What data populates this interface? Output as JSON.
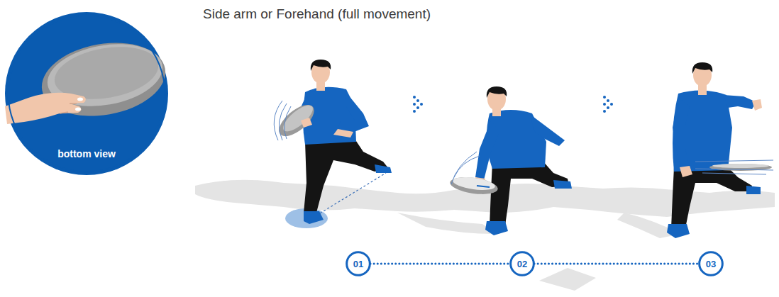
{
  "diagram": {
    "title": "Side arm or Forehand (full movement)",
    "nodes": [
      {
        "text": [
          "bottom view"
        ]
      },
      {
        "text": [
          "01"
        ]
      },
      {
        "text": [
          "02"
        ]
      },
      {
        "text": [
          "03"
        ]
      }
    ],
    "edges": [
      {
        "from": 1,
        "to": 2,
        "arrow": "none"
      },
      {
        "from": 2,
        "to": 3,
        "arrow": "none"
      }
    ]
  }
}
